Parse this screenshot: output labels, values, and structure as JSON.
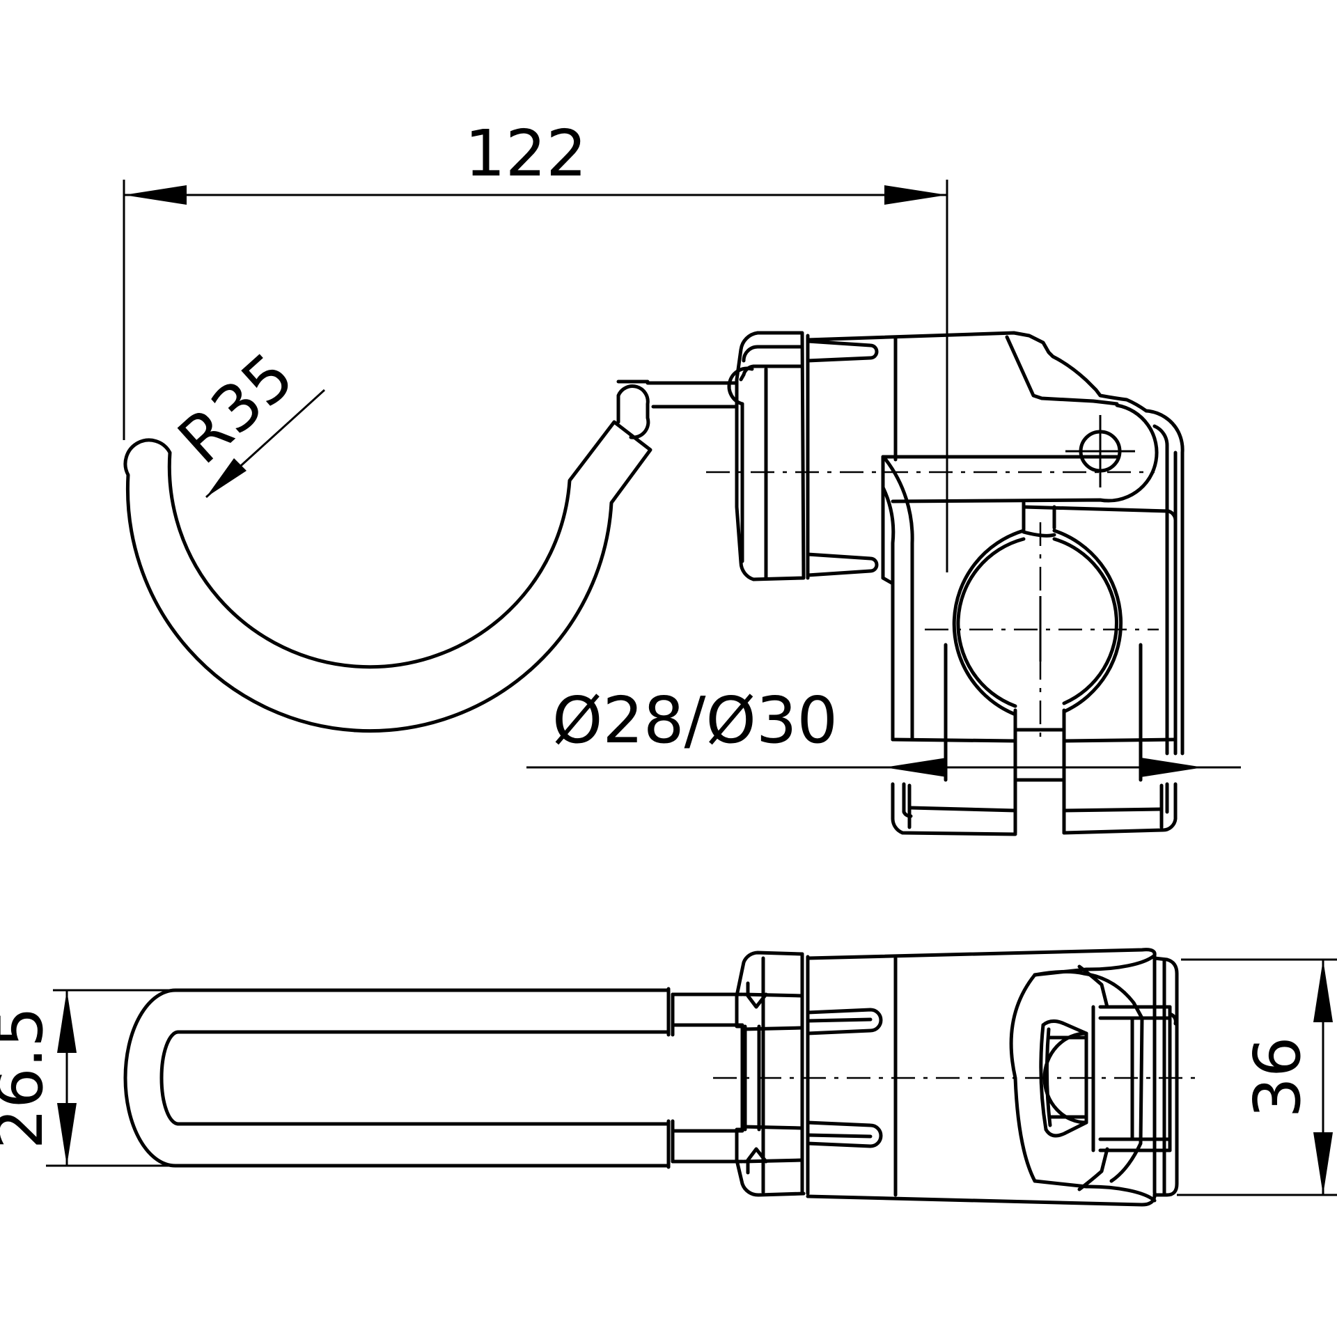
{
  "dimensions": {
    "length": "122",
    "radius": "R35",
    "diameter": "Ø28/Ø30",
    "height_left": "26.5",
    "height_right": "36"
  },
  "colors": {
    "line": "#000000",
    "background": "#ffffff"
  }
}
